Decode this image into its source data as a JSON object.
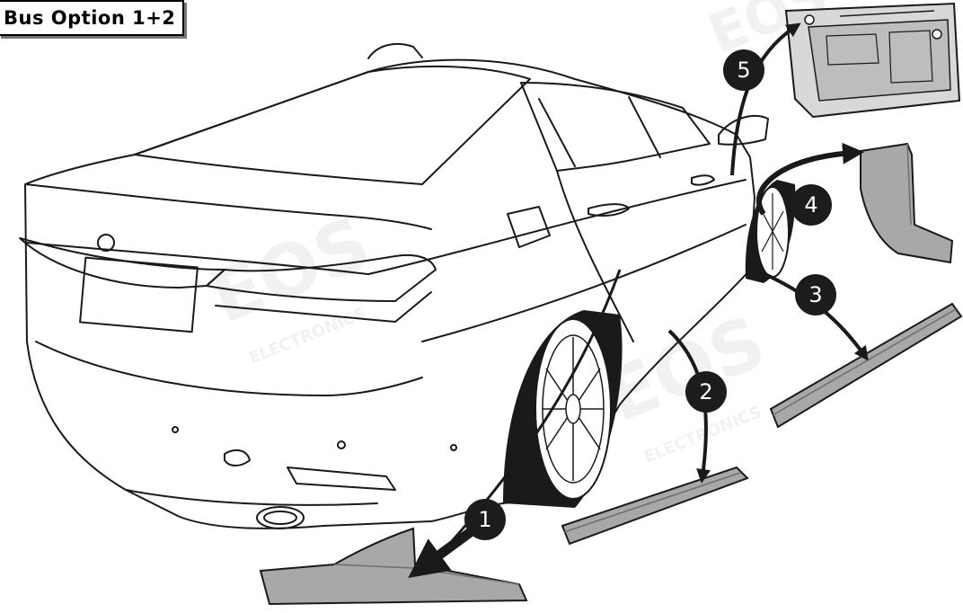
{
  "title": "Bus Option 1+2",
  "watermark": {
    "logo": "EOS",
    "subtext": "ELECTRONICS"
  },
  "steps": [
    "1",
    "2",
    "3",
    "4",
    "5"
  ],
  "colors": {
    "part_fill": "#a8a8a8",
    "part_dark": "#6e6e6e",
    "badge": "#1c1c1c",
    "line": "#1a1a1a"
  }
}
